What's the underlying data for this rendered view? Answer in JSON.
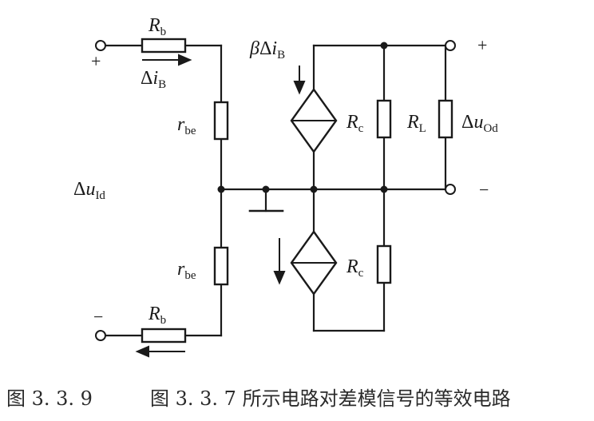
{
  "labels": {
    "rb_top": {
      "main": "R",
      "sub": "b"
    },
    "rb_bottom": {
      "main": "R",
      "sub": "b"
    },
    "rbe_top": {
      "main": "r",
      "sub": "be"
    },
    "rbe_bottom": {
      "main": "r",
      "sub": "be"
    },
    "rc_top": {
      "main": "R",
      "sub": "c"
    },
    "rc_bottom": {
      "main": "R",
      "sub": "c"
    },
    "rl": {
      "main": "R",
      "sub": "L"
    },
    "delta_ib": {
      "delta": "Δ",
      "main": "i",
      "sub": "B"
    },
    "beta_delta_ib": {
      "beta": "β",
      "delta": "Δ",
      "main": "i",
      "sub": "B"
    },
    "delta_uid": {
      "delta": "Δ",
      "main": "u",
      "sub": "Id"
    },
    "delta_uod": {
      "delta": "Δ",
      "main": "u",
      "sub": "Od"
    },
    "plus_input": "+",
    "minus_input": "−",
    "plus_output": "+",
    "minus_output": "−"
  },
  "caption": {
    "number": "图 3. 3. 9",
    "text": "图 3. 3. 7 所示电路对差模信号的等效电路"
  },
  "colors": {
    "ink": "#1a1a1a"
  }
}
